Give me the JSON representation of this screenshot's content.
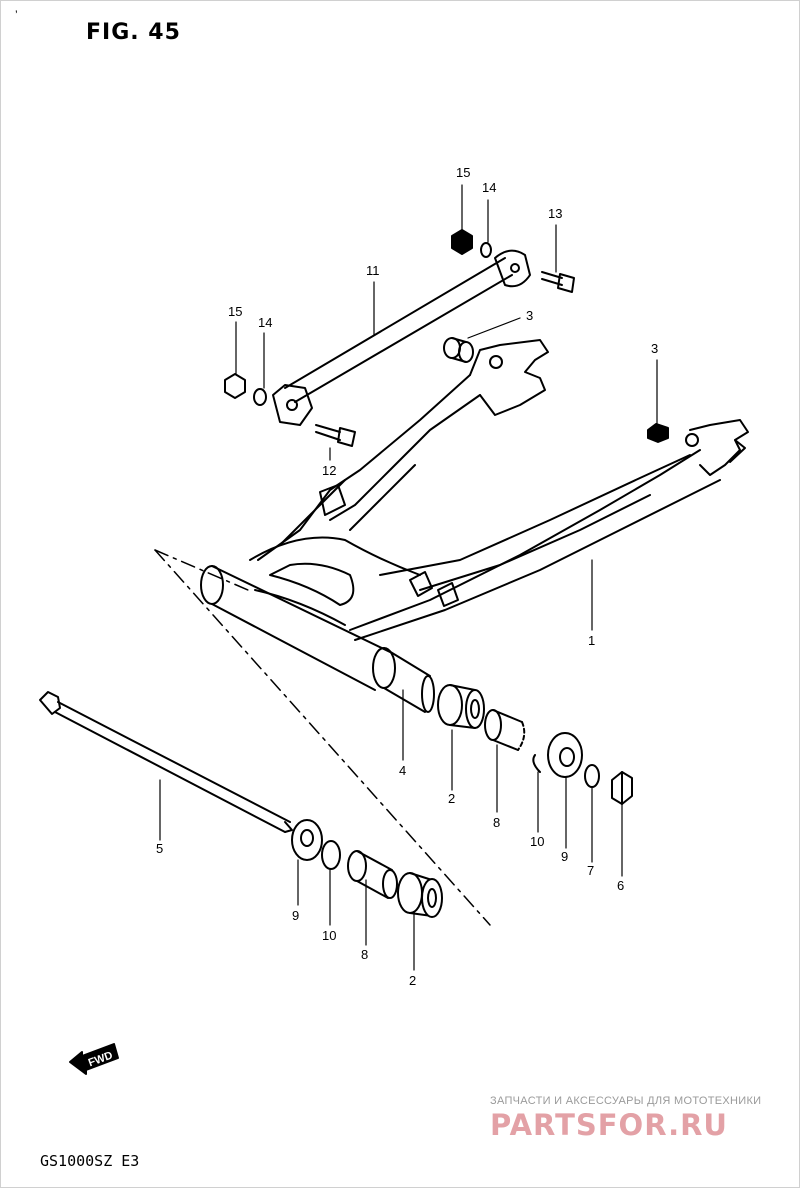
{
  "figure": {
    "title": "FIG. 45",
    "corner_mark": "’"
  },
  "model_code": "GS1000SZ E3",
  "watermark": {
    "caption": "ЗАПЧАСТИ И АКСЕССУАРЫ ДЛЯ МОТОТЕХНИКИ",
    "logo": "PARTSFOR.RU"
  },
  "fwd_arrow": {
    "label": "FWD"
  },
  "callouts": [
    "15",
    "14",
    "13",
    "11",
    "3",
    "15",
    "14",
    "3",
    "12",
    "1",
    "4",
    "2",
    "8",
    "10",
    "9",
    "7",
    "6",
    "5",
    "9",
    "10",
    "8",
    "2"
  ],
  "colors": {
    "ink": "#000000",
    "background": "#ffffff",
    "watermark_logo": "#e3a1a6",
    "watermark_caption": "#9a9a9a"
  }
}
